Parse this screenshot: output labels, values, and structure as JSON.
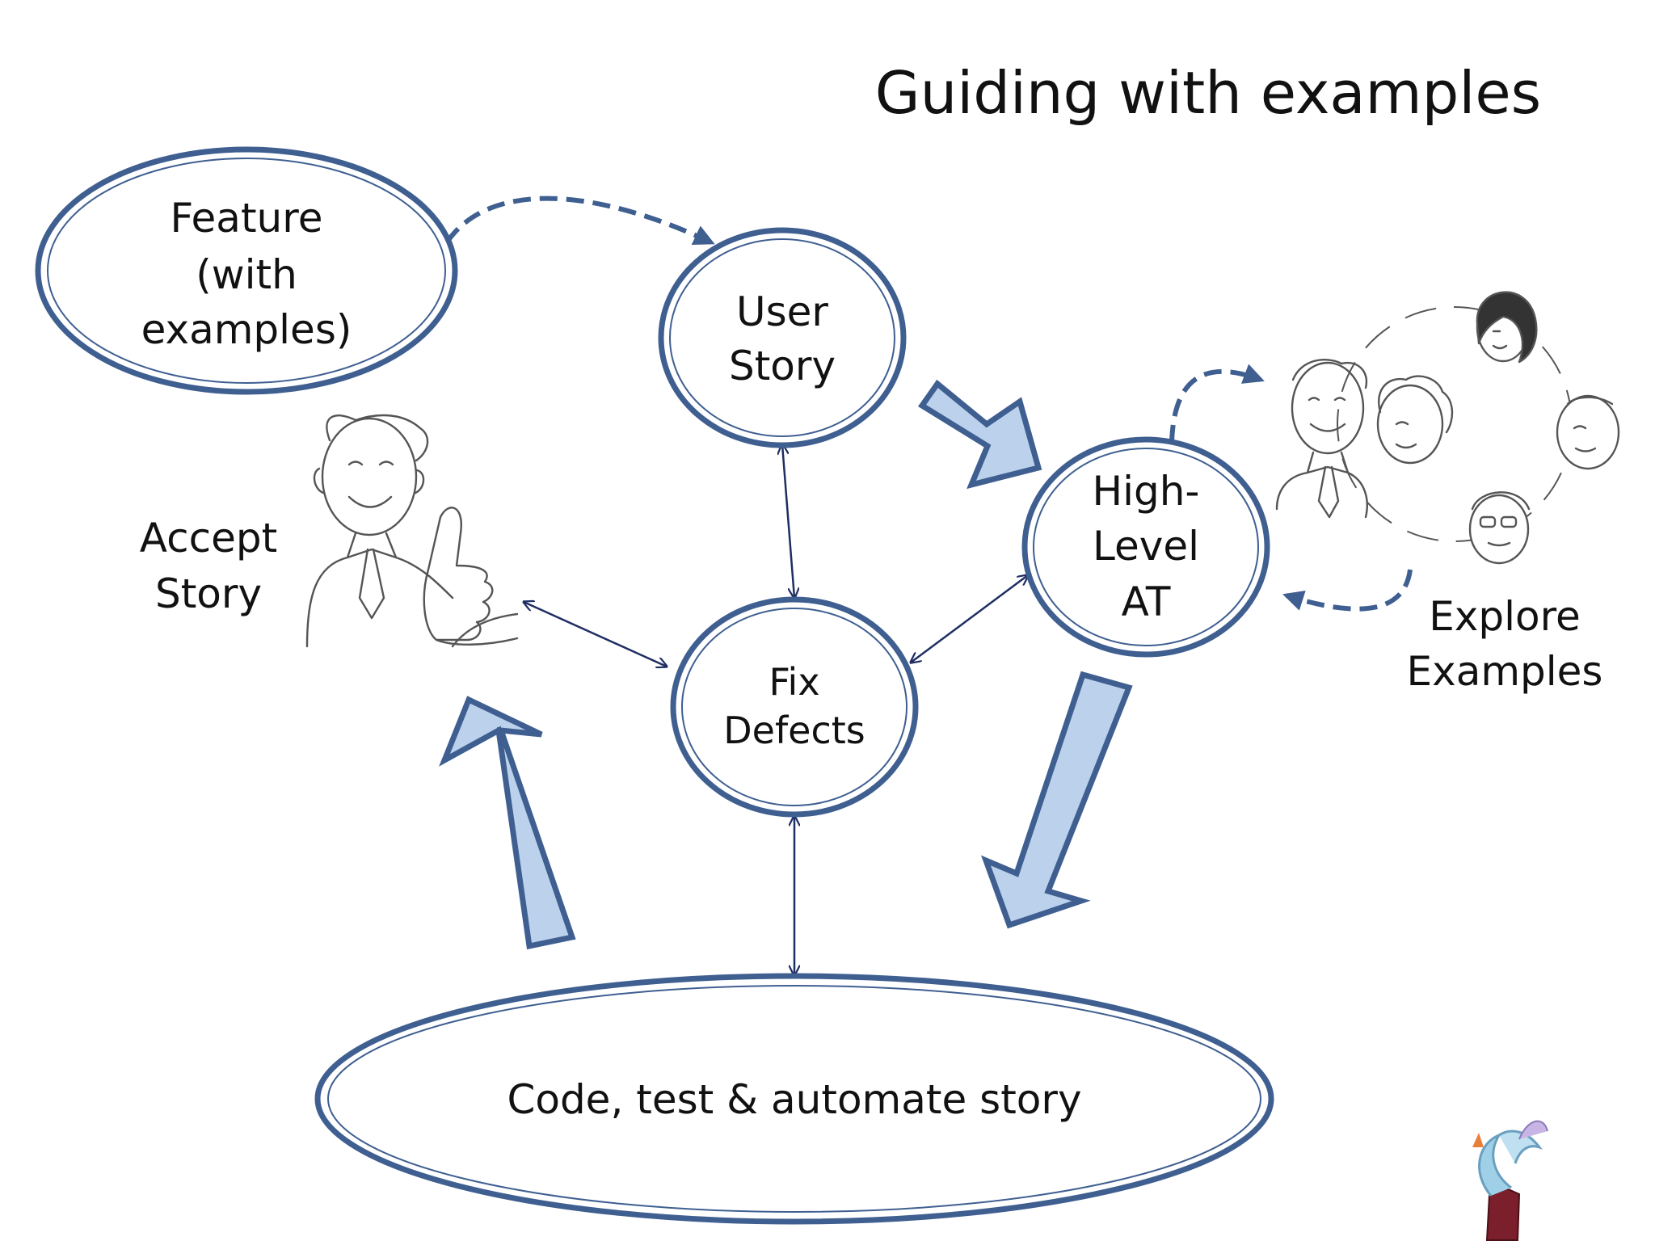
{
  "title": "Guiding with examples",
  "nodes": {
    "feature": [
      "Feature",
      "(with",
      "examples)"
    ],
    "user_story": [
      "User",
      "Story"
    ],
    "high_level_at": [
      "High-",
      "Level",
      "AT"
    ],
    "fix_defects": [
      "Fix",
      "Defects"
    ],
    "code_test": [
      "Code, test & automate story"
    ],
    "accept_story": [
      "Accept",
      "Story"
    ],
    "explore_examples": [
      "Explore",
      "Examples"
    ]
  },
  "colors": {
    "node_stroke": "#3f5f91",
    "big_arrow_fill": "#bcd2ec",
    "big_arrow_stroke": "#3f5f91",
    "thin_arrow": "#1f2e63",
    "sketch": "#555555"
  },
  "icons": [
    "thumbs-up-person-icon",
    "person-icon",
    "team-faces-icon",
    "dragon-logo-icon"
  ]
}
